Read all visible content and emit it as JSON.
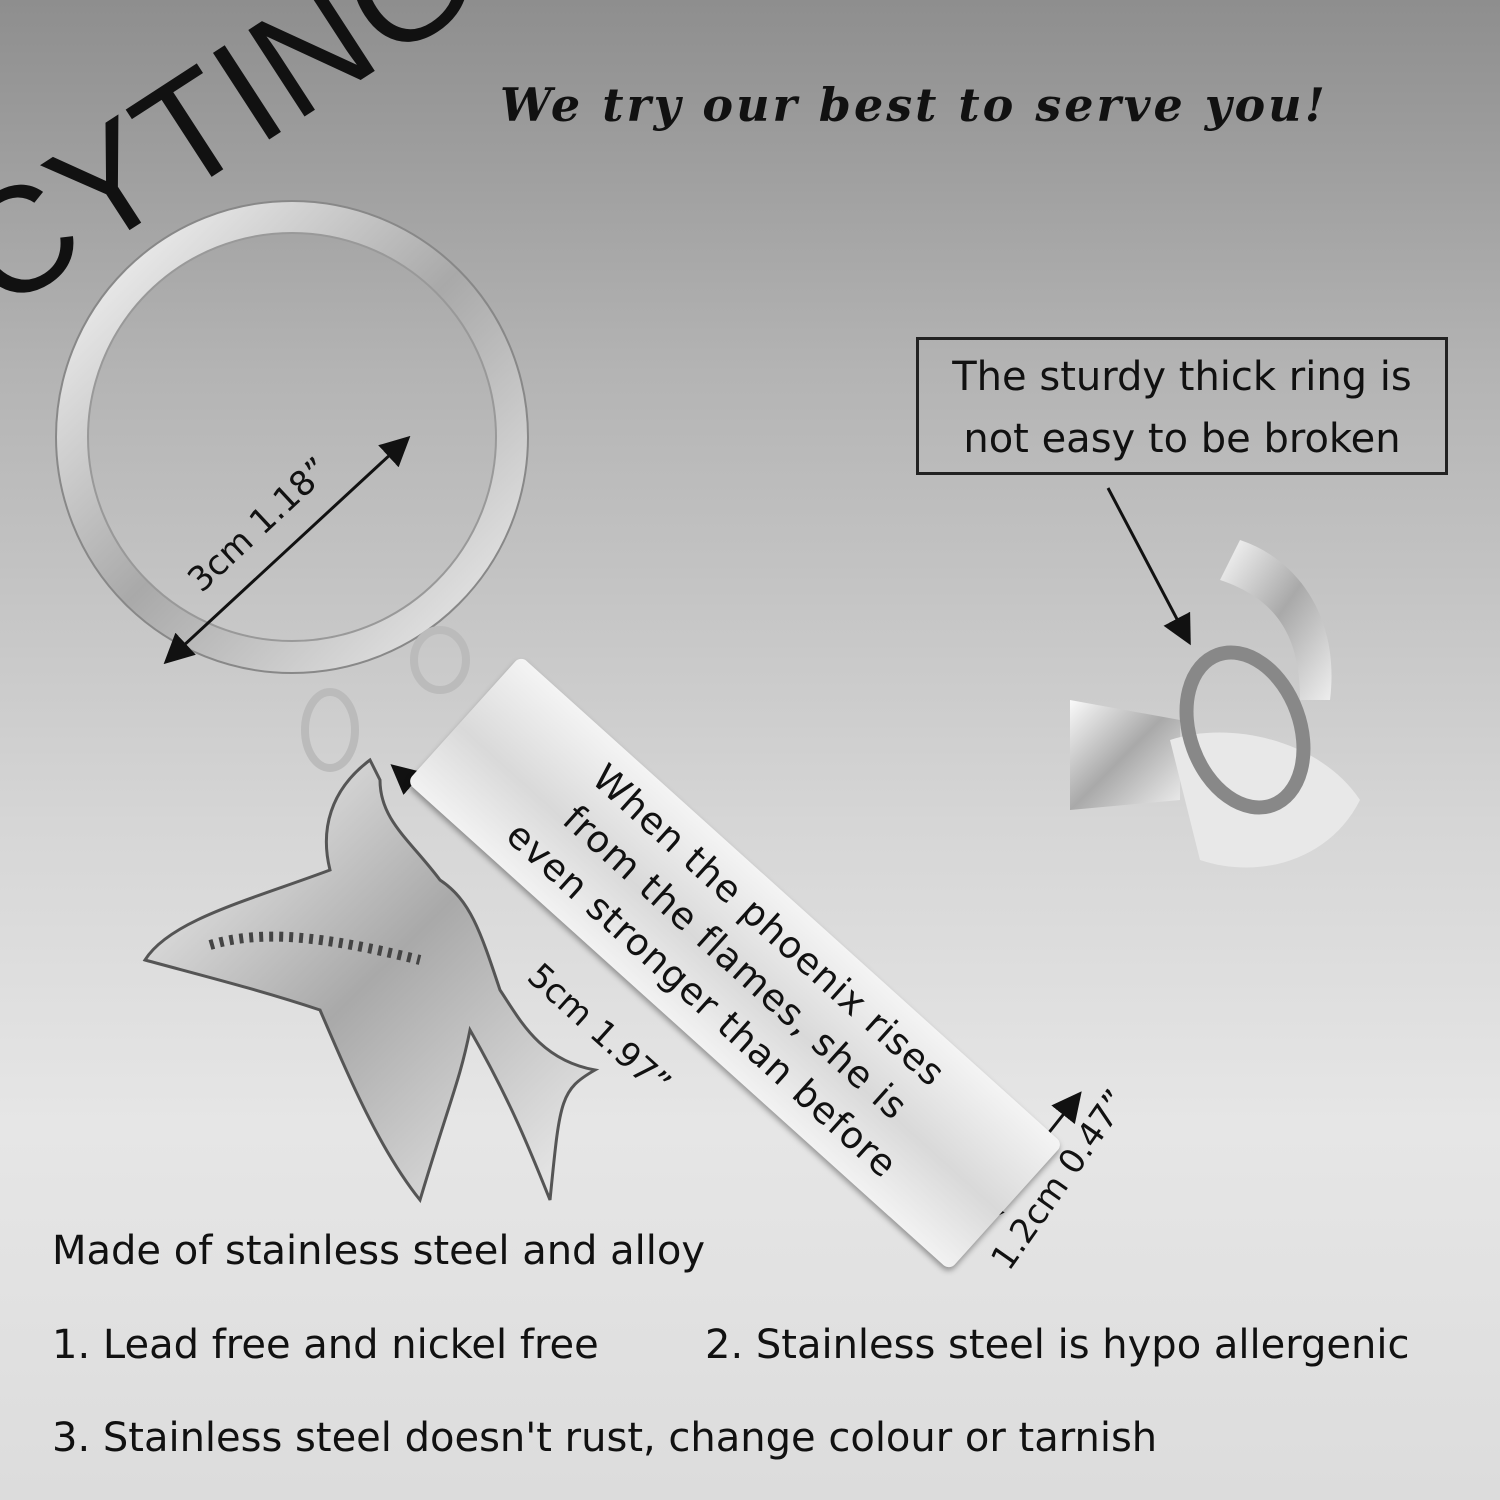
{
  "brand": "CYTING",
  "tagline": "We try our best to serve you!",
  "callout": {
    "line1": "The sturdy thick ring is",
    "line2": "not easy to be broken"
  },
  "engraving": [
    "When the phoenix rises",
    "from the flames, she is",
    "even stronger than before"
  ],
  "dimensions": {
    "ring": "3cm  1.18”",
    "tag_length": "5cm  1.97”",
    "tag_width": "1.2cm  0.47”"
  },
  "features": {
    "heading": "Made of stainless steel and alloy",
    "item1": "1. Lead free and nickel free",
    "item2": "2. Stainless steel is hypo allergenic",
    "item3": "3. Stainless steel doesn't rust, change colour or tarnish"
  }
}
